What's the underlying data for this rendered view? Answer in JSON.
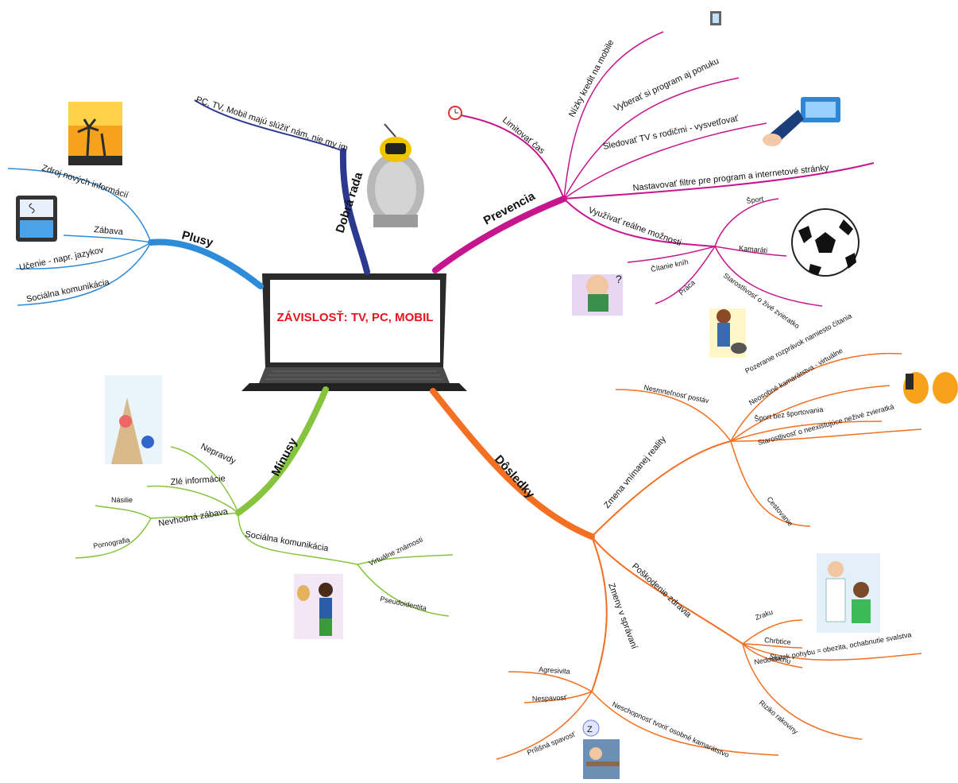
{
  "title": "ZÁVISLOSŤ: TV, PC, MOBIL",
  "colors": {
    "purple": "#c6168d",
    "orange": "#f36f21",
    "green": "#86c440",
    "blue": "#2e8bd8",
    "navy": "#2b3a8f",
    "title": "#e8131c"
  },
  "branches": {
    "dobra_rada": {
      "label": "Dobrá rada",
      "items": [
        "PC, TV, Mobil majú slúžiť nám, nie my im"
      ]
    },
    "prevencia": {
      "label": "Prevencia",
      "limitovat": "Limitovať čas",
      "limitovat_items": [
        "Nízky kredit na mobile",
        "Vyberať si program aj ponuku",
        "Sledovať TV s rodičmi - vysvetľovať"
      ],
      "filtre": "Nastavovať filtre pre program a internetové stránky",
      "realne": "Využívať reálne možnosti",
      "realne_items": [
        "Šport",
        "Kamaráti",
        "Čítanie kníh",
        "Práca",
        "Starostlivosť o živé zvieratko"
      ]
    },
    "plusy": {
      "label": "Plusy",
      "items": [
        "Zdroj nových informácií",
        "Zábava",
        "Učenie - napr. jazykov",
        "Sociálna komunikácia"
      ]
    },
    "minusy": {
      "label": "Mínusy",
      "nepravdy": "Nepravdy",
      "zle": "Zlé informácie",
      "nevhodna": "Nevhodná zábava",
      "nevhodna_items": [
        "Násilie",
        "Pornografia"
      ],
      "socialna": "Sociálna komunikácia",
      "socialna_items": [
        "Virtuálne známosti",
        "Pseudoidentita"
      ]
    },
    "dosledky": {
      "label": "Dôsledky",
      "zmena": "Zmena vnímanej reality",
      "zmena_items": [
        "Nesmrteľnosť postáv",
        "Pozeranie rozprávok namiesto čítania",
        "Neosobné kamarátstva - virtuálne",
        "Šport bez športovania",
        "Starostlivosť o neexistujúce neživé zvieratká",
        "Cestovanie"
      ],
      "zdravie": "Poškodenie zdravia",
      "zdravie_items": [
        "Zraku",
        "Chrbtice",
        "Sluchu",
        "Nedostatok pohybu = obezita, ochabnutie svalstva",
        "Riziko rakoviny"
      ],
      "spravanie": "Zmeny v správaní",
      "spravanie_items": [
        "Agresivita",
        "Nespavosť",
        "Prílišná spavosť",
        "Neschopnosť tvoriť osobné kamarátstvo"
      ]
    }
  }
}
